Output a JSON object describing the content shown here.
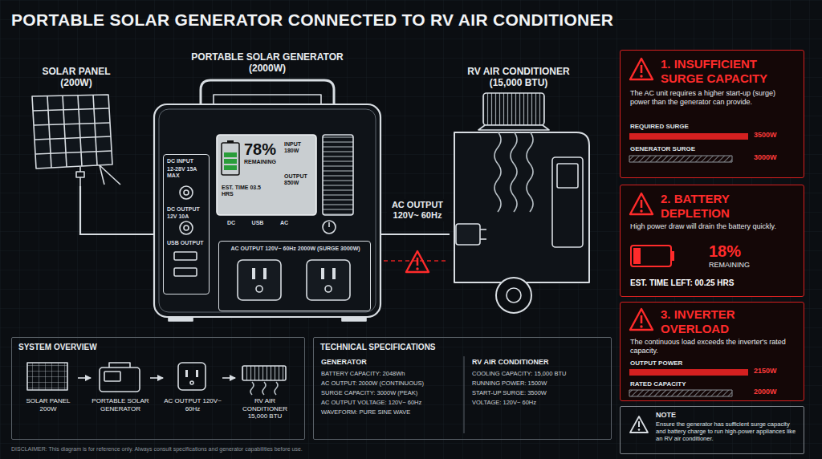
{
  "diagram": {
    "title": "PORTABLE SOLAR GENERATOR CONNECTED TO RV AIR CONDITIONER",
    "nodes": [
      {
        "text": [
          "SOLAR PANEL (200W)"
        ]
      },
      {
        "text": [
          "PORTABLE SOLAR GENERATOR (2000W)"
        ]
      },
      {
        "text": [
          "DC INPUT",
          "12-28V 15A MAX",
          "DC OUTPUT",
          "12V 10A",
          "USB OUTPUT"
        ],
        "in": 1
      },
      {
        "text": [
          "78%",
          "REMAINING",
          "INPUT 180W",
          "OUTPUT 850W",
          "EST. TIME 03.5 HRS"
        ],
        "in": 1
      },
      {
        "text": [
          "AC OUTPUT 120V~ 60Hz 2000W (SURGE 3000W)"
        ],
        "in": 1
      },
      {
        "text": [
          "RV AIR CONDITIONER (15,000 BTU)"
        ]
      },
      {
        "text": [
          "1. INSUFFICIENT SURGE CAPACITY",
          "The AC unit requires a higher start-up (surge) power than the generator can provide.",
          "REQUIRED SURGE",
          "3500W",
          "GENERATOR SURGE",
          "3000W"
        ]
      },
      {
        "text": [
          "2. BATTERY DEPLETION",
          "High power draw will drain the battery quickly.",
          "18%",
          "REMAINING",
          "EST. TIME LEFT: 00.25 HRS"
        ]
      },
      {
        "text": [
          "3. INVERTER OVERLOAD",
          "The continuous load exceeds the inverter's rated capacity.",
          "OUTPUT POWER",
          "2150W",
          "RATED CAPACITY",
          "2000W"
        ]
      },
      {
        "text": [
          "NOTE",
          "Ensure the generator has sufficient surge capacity and battery charge to run high-power appliances like an RV air conditioner."
        ]
      },
      {
        "text": [
          "SYSTEM OVERVIEW"
        ]
      },
      {
        "text": [
          "SOLAR PANEL 200W"
        ],
        "in": 10
      },
      {
        "text": [
          "PORTABLE SOLAR GENERATOR"
        ],
        "in": 10
      },
      {
        "text": [
          "AC OUTPUT 120V~ 60Hz"
        ],
        "in": 10
      },
      {
        "text": [
          "RV AIR CONDITIONER 15,000 BTU"
        ],
        "in": 10
      },
      {
        "text": [
          "TECHNICAL SPECIFICATIONS"
        ]
      }
    ],
    "edges": [
      {
        "from": 0,
        "to": 1,
        "arrow": "none"
      },
      {
        "from": 1,
        "to": 5,
        "label": "AC OUTPUT 120V~ 60Hz",
        "arrow": "none"
      },
      {
        "from": 11,
        "to": 12,
        "arrow": "to"
      },
      {
        "from": 12,
        "to": 13,
        "arrow": "to"
      },
      {
        "from": 13,
        "to": 14,
        "arrow": "to"
      }
    ],
    "labels": [
      "DC",
      "USB",
      "AC",
      "GENERATOR",
      "BATTERY CAPACITY: 2048Wh",
      "AC OUTPUT: 2000W (CONTINUOUS)",
      "SURGE CAPACITY: 3000W (PEAK)",
      "AC OUTPUT VOLTAGE: 120V~ 60Hz",
      "WAVEFORM: PURE SINE WAVE",
      "RV AIR CONDITIONER",
      "COOLING CAPACITY: 15,000 BTU",
      "RUNNING POWER: 1500W",
      "START-UP SURGE: 3500W",
      "VOLTAGE: 120V~ 60Hz",
      "DISCLAIMER: This diagram is for reference only. Always consult specifications and generator capabilities before use."
    ]
  }
}
